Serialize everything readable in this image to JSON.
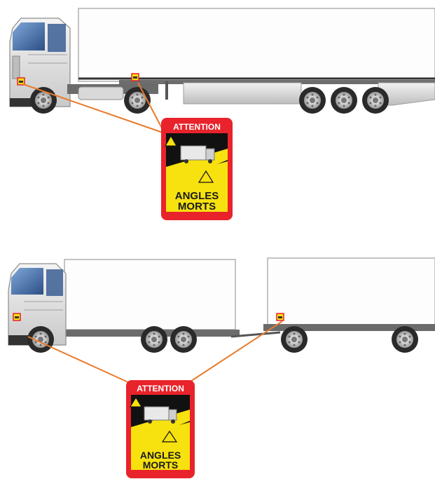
{
  "colors": {
    "sticker_red": "#e8232b",
    "sticker_yellow": "#f7e10f",
    "sticker_black": "#111111",
    "callout_line": "#e87a2b"
  },
  "sticker_top": {
    "header": "ATTENTION",
    "line1": "ANGLES",
    "line2": "MORTS"
  },
  "sticker_bottom": {
    "header": "ATTENTION",
    "line1": "ANGLES",
    "line2": "MORTS"
  }
}
